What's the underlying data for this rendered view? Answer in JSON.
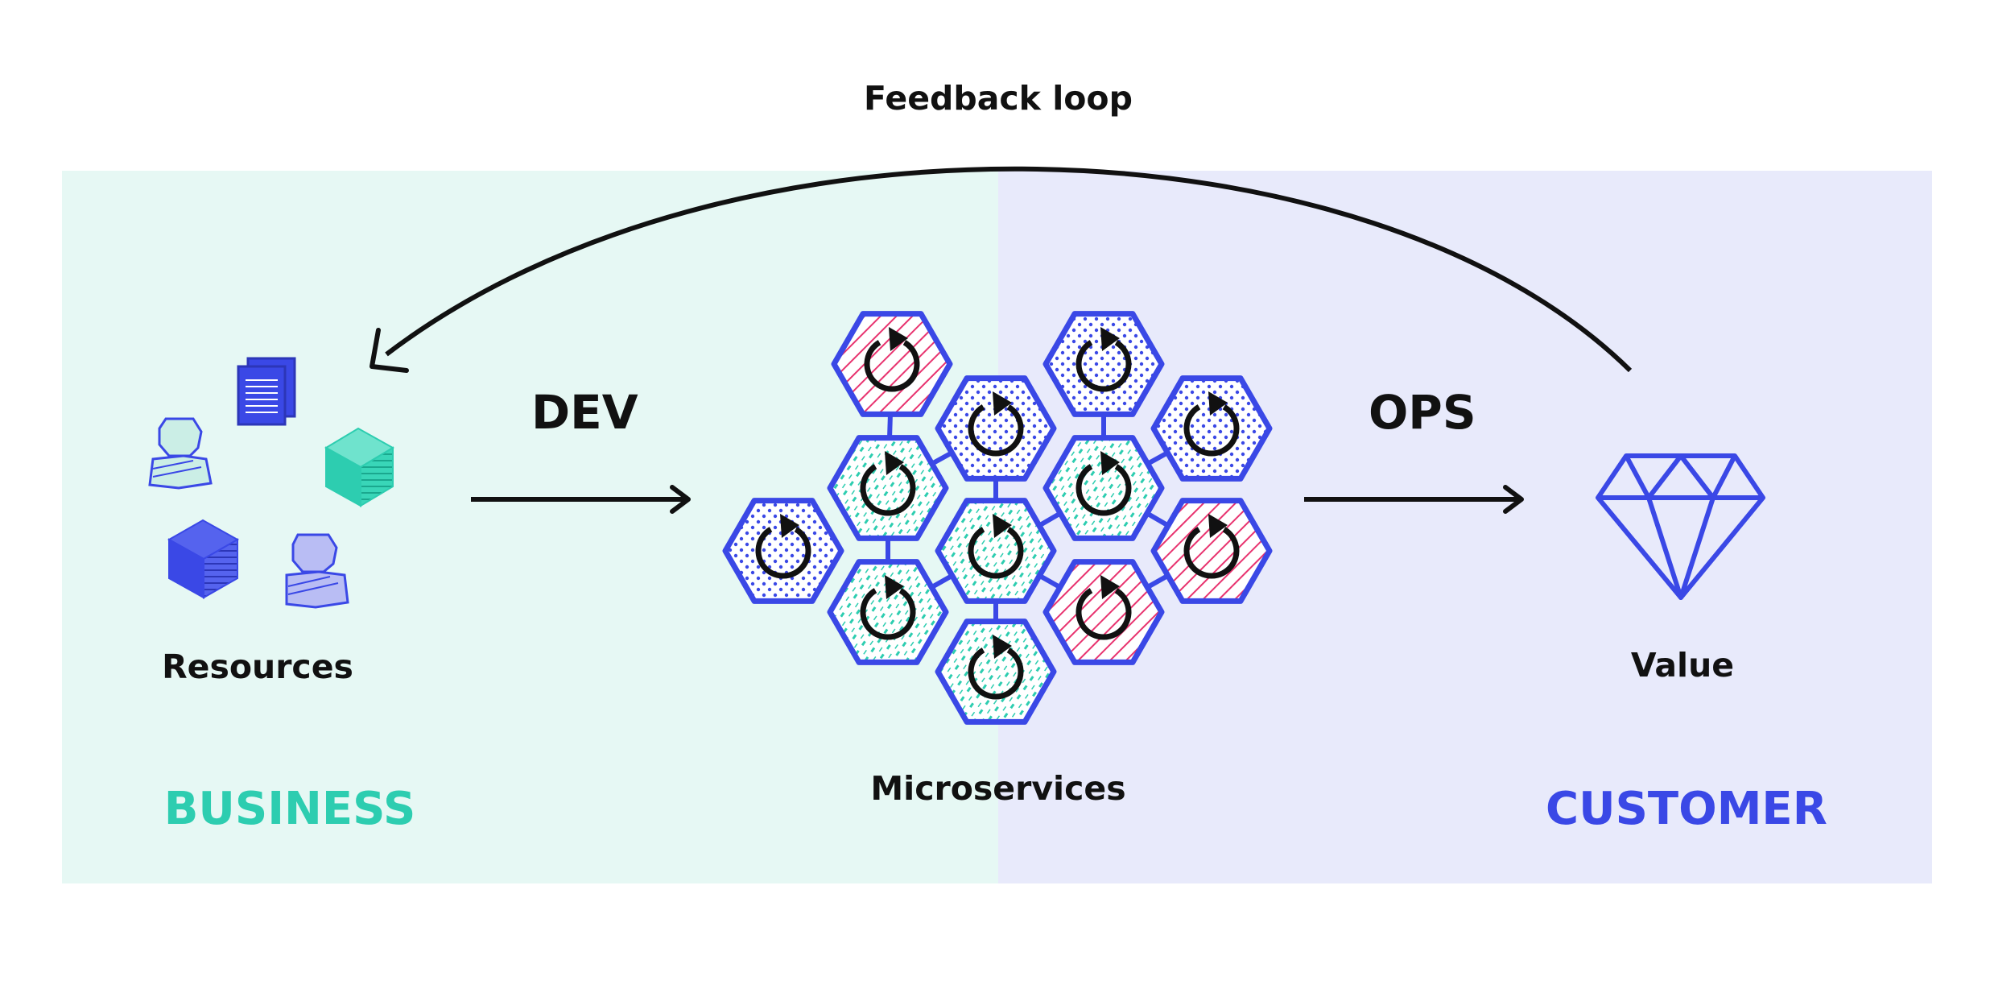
{
  "labels": {
    "feedback": "Feedback loop",
    "dev": "DEV",
    "ops": "OPS",
    "resources": "Resources",
    "microservices": "Microservices",
    "value": "Value",
    "business": "BUSINESS",
    "customer": "CUSTOMER"
  },
  "colors": {
    "business_bg": "#e6f8f4",
    "customer_bg": "#e8eafb",
    "business_text": "#2dcdb0",
    "customer_text": "#3a48e6",
    "hex_stroke": "#3a48e6",
    "pink": "#e8336f",
    "teal": "#2dcdb0",
    "blue": "#3a48e6",
    "dark": "#111111"
  },
  "icons": {
    "resources": [
      "document-stack-icon",
      "person-icon",
      "cube-icon",
      "cube-icon",
      "person-icon"
    ],
    "value": "diamond-icon",
    "microservice": "refresh-icon"
  },
  "microservices": [
    {
      "fill": "pink"
    },
    {
      "fill": "blue"
    },
    {
      "fill": "blue"
    },
    {
      "fill": "blue"
    },
    {
      "fill": "teal"
    },
    {
      "fill": "teal"
    },
    {
      "fill": "blue"
    },
    {
      "fill": "teal"
    },
    {
      "fill": "pink"
    },
    {
      "fill": "teal"
    },
    {
      "fill": "teal"
    },
    {
      "fill": "pink"
    },
    {
      "fill": "pink"
    }
  ]
}
